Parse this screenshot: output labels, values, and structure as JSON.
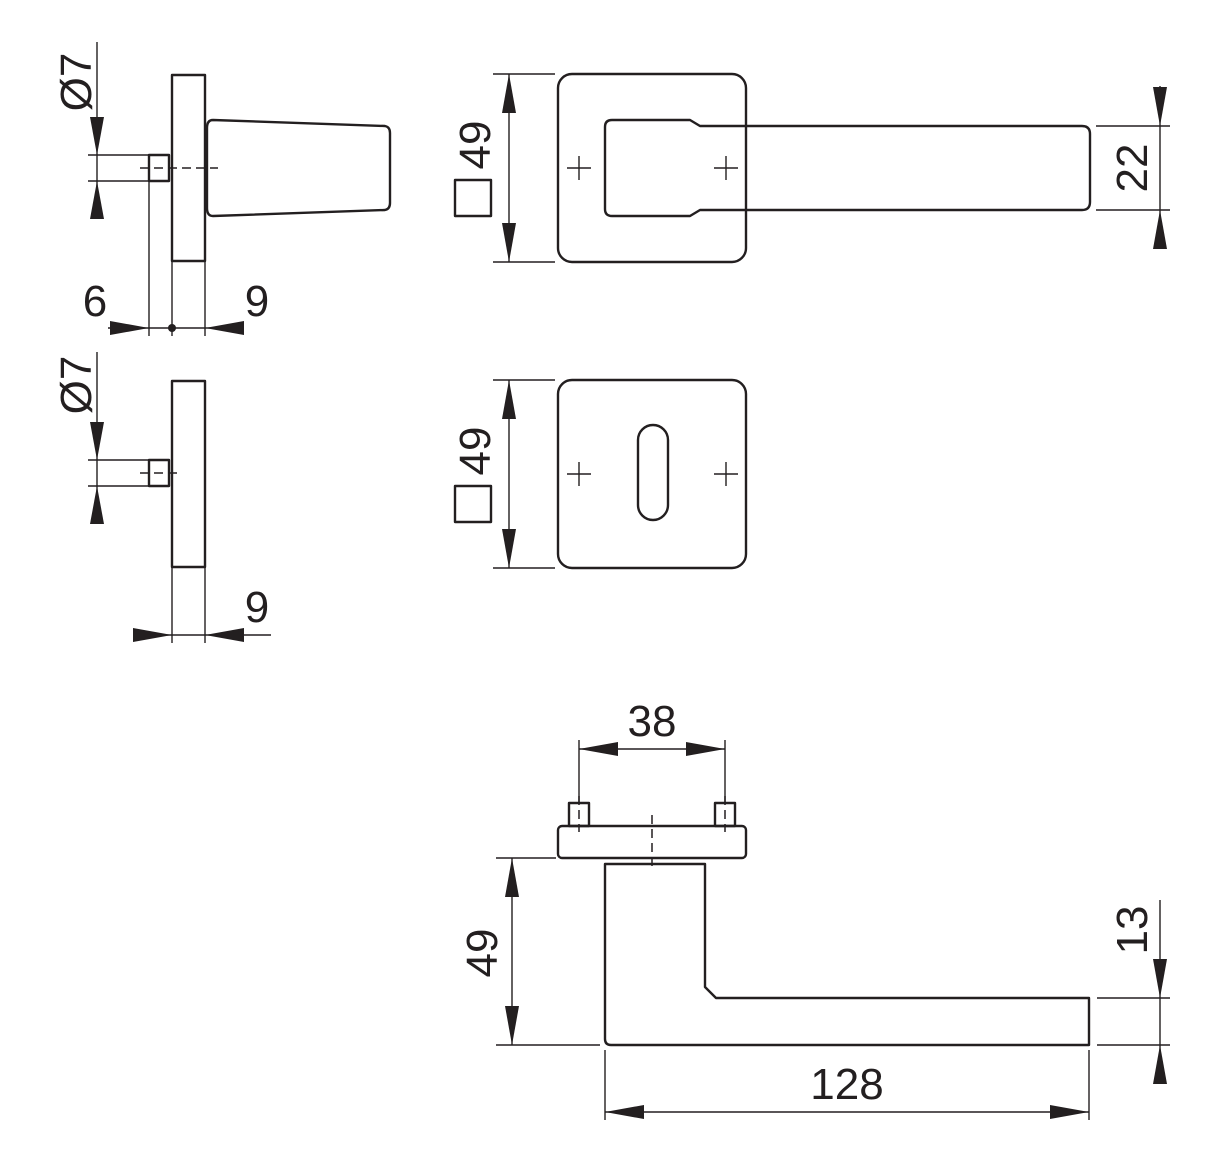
{
  "drawing": {
    "line_color": "#231f20",
    "background": "#ffffff"
  },
  "dimensions": {
    "pin_diameter_top": "Ø7",
    "offset_left": "6",
    "offset_right": "9",
    "pin_diameter_bottom": "Ø7",
    "escutcheon_depth": "9",
    "rose_size_handle": "49",
    "rose_size_keyhole": "49",
    "handle_height": "22",
    "screw_spacing": "38",
    "handle_projection": "49",
    "handle_thickness": "13",
    "handle_length": "128"
  }
}
